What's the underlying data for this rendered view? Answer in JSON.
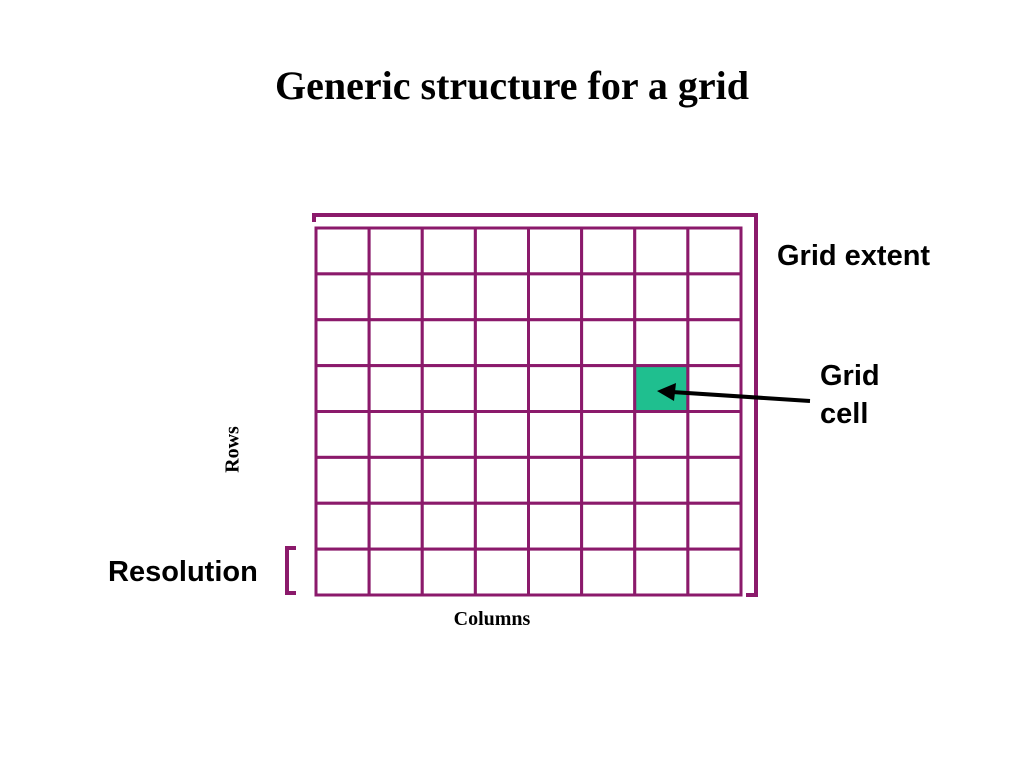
{
  "slide": {
    "title": "Generic structure for a grid"
  },
  "labels": {
    "grid_extent": "Grid extent",
    "grid_cell_line1": "Grid",
    "grid_cell_line2": "cell",
    "rows": "Rows",
    "columns": "Columns",
    "resolution": "Resolution"
  },
  "grid": {
    "rows": 8,
    "columns": 8,
    "highlighted_cell": {
      "row": 4,
      "column": 7
    }
  },
  "colors": {
    "grid_line": "#8b1a6b",
    "highlight_fill": "#1fbf8f",
    "arrow": "#000000"
  }
}
